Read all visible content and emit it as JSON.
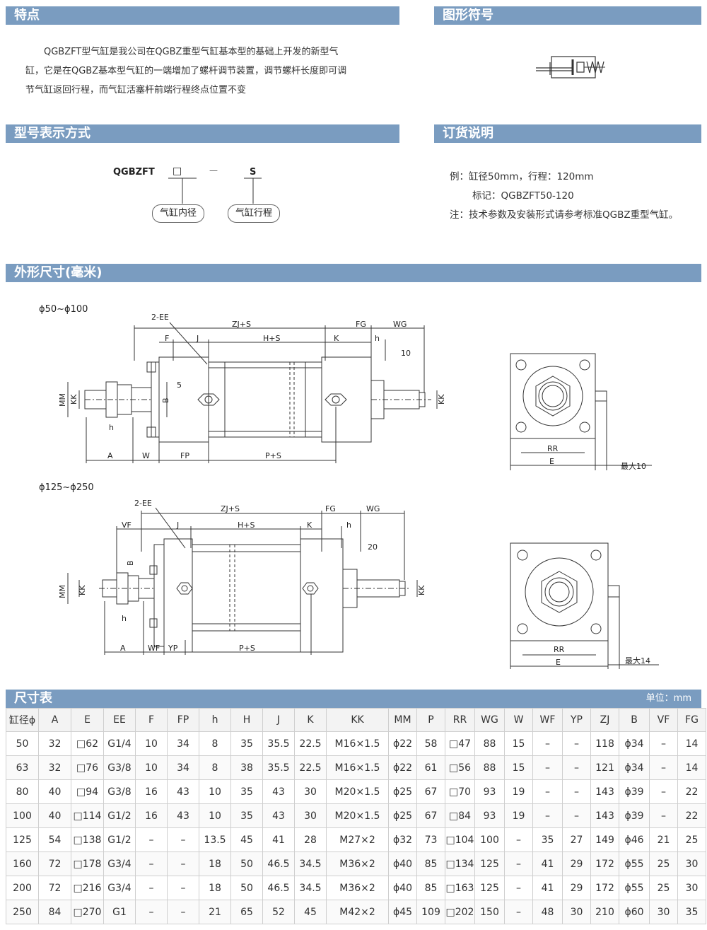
{
  "sections": {
    "features": "特点",
    "symbol": "图形符号",
    "model": "型号表示方式",
    "ordering": "订货说明",
    "outline": "外形尺寸(毫米)",
    "table": "尺寸表"
  },
  "features": {
    "lines": [
      "QGBZFT型气缸是我公司在QGBZ重型气缸基本型的基础上开发的新型气",
      "缸，它是在QGBZ基本型气缸的一端增加了螺杆调节装置，调节螺杆长度即可调",
      "节气缸返回行程，而气缸活塞杆前端行程终点位置不变"
    ]
  },
  "model": {
    "prefix": "QGBZFT",
    "box": "□",
    "dash": "—",
    "suffix": "S",
    "label_bore": "气缸内径",
    "label_stroke": "气缸行程"
  },
  "ordering": {
    "lines": [
      "例：缸径50mm，行程：120mm",
      "标记：QGBZFT50-120",
      "注：技术参数及安装形式请参考标准QGBZ重型气缸。"
    ]
  },
  "outline": {
    "range1": "ϕ50~ϕ100",
    "range2": "ϕ125~ϕ250",
    "labels1": {
      "ee": "2-EE",
      "zjs": "ZJ+S",
      "fg": "FG",
      "wg": "WG",
      "f": "F",
      "j": "J",
      "hs": "H+S",
      "k": "K",
      "h": "h",
      "ten": "10",
      "five": "5",
      "b": "B",
      "mm": "MM",
      "kk": "KK",
      "kk2": "KK",
      "h2": "h",
      "a": "A",
      "w": "W",
      "fp": "FP",
      "ps": "P+S"
    },
    "labels2": {
      "ee": "2-EE",
      "zjs": "ZJ+S",
      "fg": "FG",
      "wg": "WG",
      "vf": "VF",
      "j": "J",
      "hs": "H+S",
      "k": "K",
      "h": "h",
      "twenty": "20",
      "b": "B",
      "mm": "MM",
      "kk": "KK",
      "kk2": "KK",
      "h2": "h",
      "a": "A",
      "wf": "WF",
      "yp": "YP",
      "ps": "P+S"
    },
    "side1": {
      "rr": "RR",
      "e": "E",
      "max": "最大10"
    },
    "side2": {
      "rr": "RR",
      "e": "E",
      "max": "最大14"
    }
  },
  "table": {
    "unit": "单位：mm",
    "headers": [
      "缸径ϕ",
      "A",
      "E",
      "EE",
      "F",
      "FP",
      "h",
      "H",
      "J",
      "K",
      "KK",
      "MM",
      "P",
      "RR",
      "WG",
      "W",
      "WF",
      "YP",
      "ZJ",
      "B",
      "VF",
      "FG"
    ],
    "rows": [
      [
        "50",
        "32",
        "□62",
        "G1/4",
        "10",
        "34",
        "8",
        "35",
        "35.5",
        "22.5",
        "M16×1.5",
        "ϕ22",
        "58",
        "□47",
        "88",
        "15",
        "–",
        "–",
        "118",
        "ϕ34",
        "–",
        "14"
      ],
      [
        "63",
        "32",
        "□76",
        "G3/8",
        "10",
        "34",
        "8",
        "38",
        "35.5",
        "22.5",
        "M16×1.5",
        "ϕ22",
        "61",
        "□56",
        "88",
        "15",
        "–",
        "–",
        "121",
        "ϕ34",
        "–",
        "14"
      ],
      [
        "80",
        "40",
        "□94",
        "G3/8",
        "16",
        "43",
        "10",
        "35",
        "43",
        "30",
        "M20×1.5",
        "ϕ25",
        "67",
        "□70",
        "93",
        "19",
        "–",
        "–",
        "143",
        "ϕ39",
        "–",
        "22"
      ],
      [
        "100",
        "40",
        "□114",
        "G1/2",
        "16",
        "43",
        "10",
        "35",
        "43",
        "30",
        "M20×1.5",
        "ϕ25",
        "67",
        "□84",
        "93",
        "19",
        "–",
        "–",
        "143",
        "ϕ39",
        "–",
        "22"
      ],
      [
        "125",
        "54",
        "□138",
        "G1/2",
        "–",
        "–",
        "13.5",
        "45",
        "41",
        "28",
        "M27×2",
        "ϕ32",
        "73",
        "□104",
        "100",
        "–",
        "35",
        "27",
        "149",
        "ϕ46",
        "21",
        "25"
      ],
      [
        "160",
        "72",
        "□178",
        "G3/4",
        "–",
        "–",
        "18",
        "50",
        "46.5",
        "34.5",
        "M36×2",
        "ϕ40",
        "85",
        "□134",
        "125",
        "–",
        "41",
        "29",
        "172",
        "ϕ55",
        "25",
        "30"
      ],
      [
        "200",
        "72",
        "□216",
        "G3/4",
        "–",
        "–",
        "18",
        "50",
        "46.5",
        "34.5",
        "M36×2",
        "ϕ40",
        "85",
        "□163",
        "125",
        "–",
        "41",
        "29",
        "172",
        "ϕ55",
        "25",
        "30"
      ],
      [
        "250",
        "84",
        "□270",
        "G1",
        "–",
        "–",
        "21",
        "65",
        "52",
        "45",
        "M42×2",
        "ϕ45",
        "109",
        "□202",
        "150",
        "–",
        "48",
        "30",
        "210",
        "ϕ60",
        "30",
        "35"
      ]
    ]
  }
}
